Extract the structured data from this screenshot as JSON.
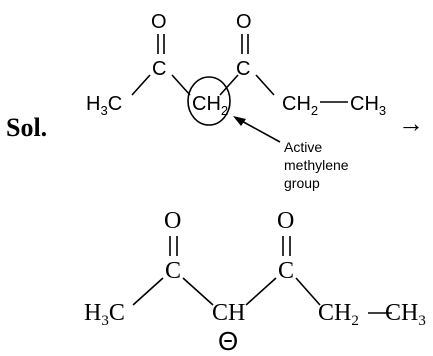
{
  "heading": {
    "label": "Sol."
  },
  "structure_top": {
    "left_methyl": "H3C",
    "carbonyl_c1": "C",
    "carbonyl_o1": "O",
    "central_group": "CH2",
    "carbonyl_c2": "C",
    "carbonyl_o2": "O",
    "ethyl_ch2": "CH2",
    "ethyl_ch3": "CH3",
    "annotation": {
      "line1": "Active",
      "line2": "methylene",
      "line3": "group"
    }
  },
  "reaction_arrow": "→",
  "structure_bottom": {
    "left_methyl": "H3C",
    "carbonyl_c1": "C",
    "carbonyl_o1": "O",
    "central_group": "CH",
    "charge": "Θ",
    "carbonyl_c2": "C",
    "carbonyl_o2": "O",
    "ethyl_ch2": "CH2",
    "ethyl_ch3": "CH3"
  },
  "colors": {
    "ink": "#000000",
    "background": "#ffffff"
  }
}
